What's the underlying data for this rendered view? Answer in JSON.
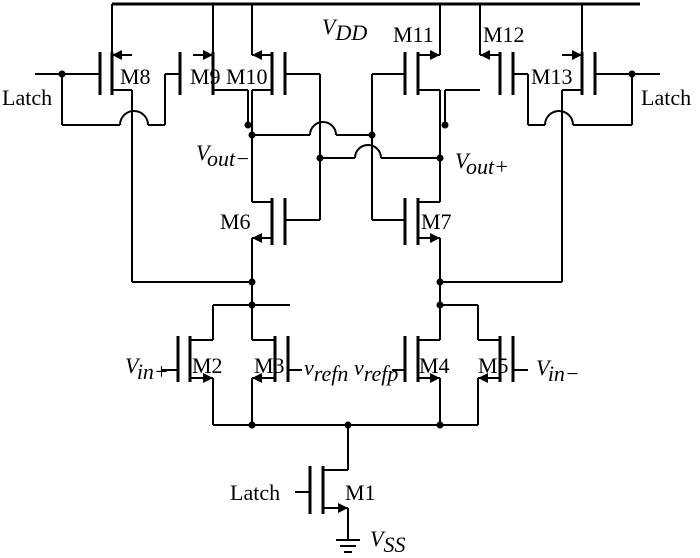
{
  "labels": {
    "vdd": "V",
    "vdd_sub": "DD",
    "vss": "V",
    "vss_sub": "SS",
    "vout_minus": "V",
    "vout_minus_sub": "out−",
    "vout_plus": "V",
    "vout_plus_sub": "out+",
    "vin_plus": "V",
    "vin_plus_sub": "in+",
    "vin_minus": "V",
    "vin_minus_sub": "in−",
    "vrefn": "v",
    "vrefn_sub": "refn",
    "vrefp": "v",
    "vrefp_sub": "refp",
    "latch_left": "Latch",
    "latch_right": "Latch",
    "latch_bottom": "Latch"
  },
  "transistors": {
    "m1": "M1",
    "m2": "M2",
    "m3": "M3",
    "m4": "M4",
    "m5": "M5",
    "m6": "M6",
    "m7": "M7",
    "m8": "M8",
    "m9": "M9",
    "m10": "M10",
    "m11": "M11",
    "m12": "M12",
    "m13": "M13"
  }
}
